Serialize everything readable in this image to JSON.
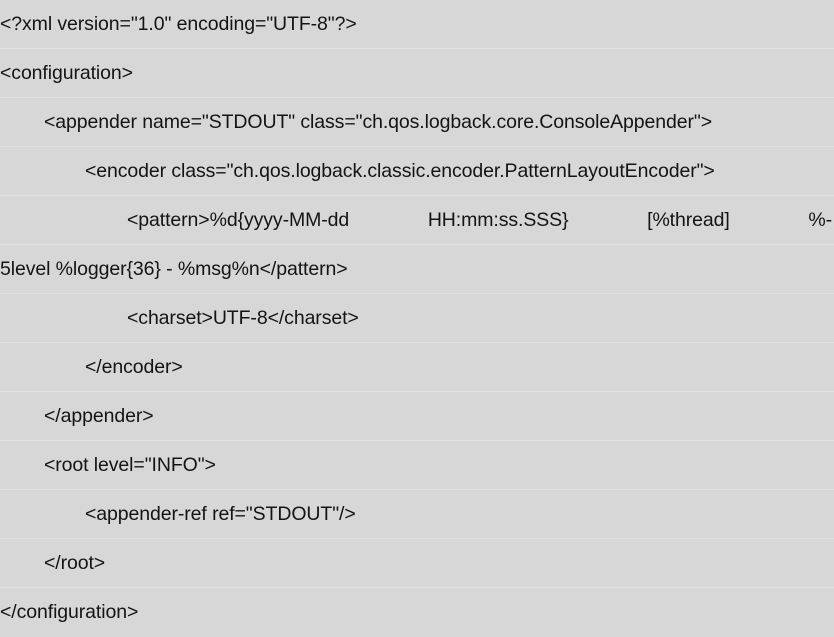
{
  "document": {
    "kind": "xml-configuration",
    "background_color": "#d7d7d7",
    "text_color": "#141414",
    "separator_color": "#e1e1e1",
    "lines": [
      {
        "indent": 0,
        "text": "<?xml version=\"1.0\" encoding=\"UTF-8\"?>"
      },
      {
        "indent": 0,
        "text": "<configuration>"
      },
      {
        "indent": 1,
        "text": "<appender name=\"STDOUT\" class=\"ch.qos.logback.core.ConsoleAppender\">"
      },
      {
        "indent": 2,
        "text": "<encoder class=\"ch.qos.logback.classic.encoder.PatternLayoutEncoder\">"
      },
      {
        "indent": 3,
        "text": "<pattern>%d{yyyy-MM-dd HH:mm:ss.SSS} [%thread] %-"
      },
      {
        "indent": 0,
        "text": "5level %logger{36} - %msg%n</pattern>"
      },
      {
        "indent": 3,
        "text": "<charset>UTF-8</charset>"
      },
      {
        "indent": 2,
        "text": "</encoder>"
      },
      {
        "indent": 1,
        "text": "</appender>"
      },
      {
        "indent": 1,
        "text": "<root level=\"INFO\">"
      },
      {
        "indent": 2,
        "text": "<appender-ref ref=\"STDOUT\"/>"
      },
      {
        "indent": 1,
        "text": "</root>"
      },
      {
        "indent": 0,
        "text": "</configuration>"
      }
    ]
  }
}
